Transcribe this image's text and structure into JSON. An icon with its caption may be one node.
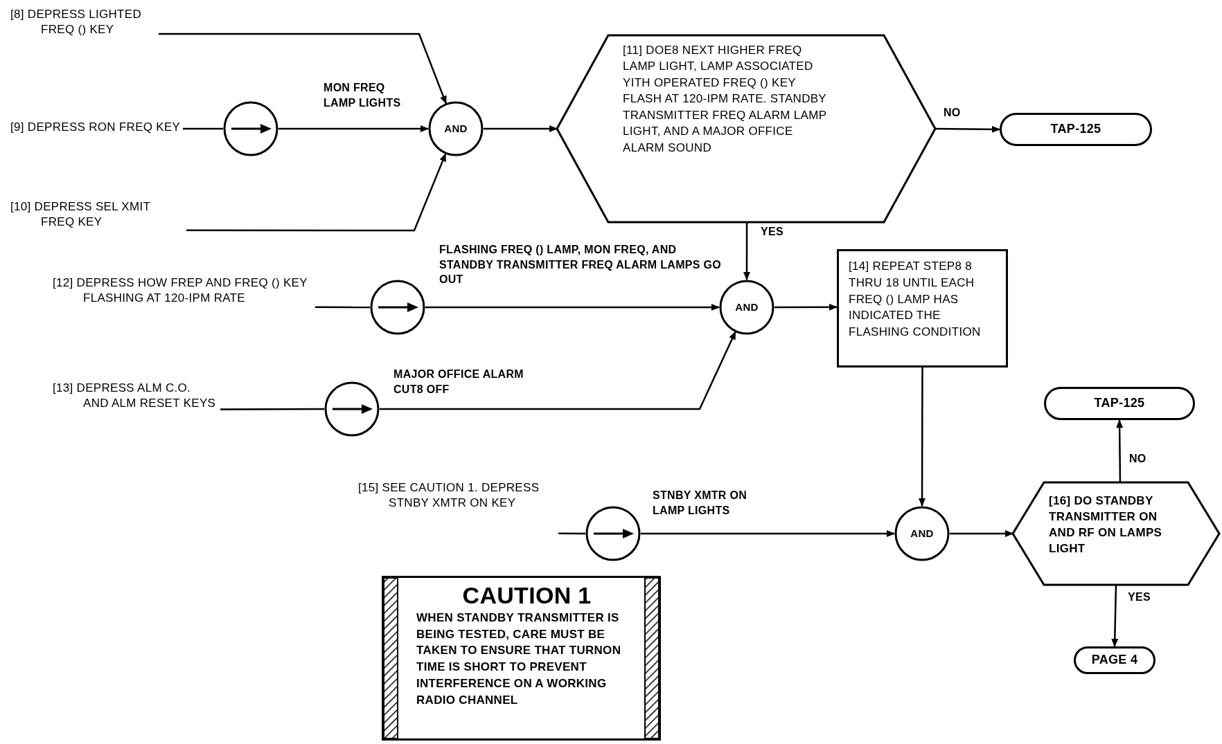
{
  "diagram": {
    "nodes": [
      {
        "text": [
          "[8] DEPRESS LIGHTED FREQ () KEY"
        ]
      },
      {
        "text": [
          "[9] DEPRESS RON FREQ KEY"
        ]
      },
      {
        "text": [],
        "shape": "circle"
      },
      {
        "text": [
          "AND"
        ]
      },
      {
        "text": [
          "[10] DEPRESS SEL XMIT FREQ KEY"
        ]
      },
      {
        "text": [
          "[11] DOE8 NEXT HIGHER FREQ LAMP LIGHT, LAMP ASSOCIATED YITH OPERATED FREQ () KEY FLASH AT 120-IPM RATE. STANDBY TRANSMITTER FREQ ALARM LAMP LIGHT, AND A MAJOR OFFICE ALARM SOUND"
        ]
      },
      {
        "text": [
          "TAP-125"
        ]
      },
      {
        "text": [
          "[12] DEPRESS HOW FREP AND FREQ () KEY FLASHING AT 120-IPM RATE"
        ]
      },
      {
        "text": [],
        "shape": "circle"
      },
      {
        "text": [
          "[13] DEPRESS ALM C.O. AND ALM RESET KEYS"
        ]
      },
      {
        "text": [],
        "shape": "circle"
      },
      {
        "text": [
          "AND"
        ]
      },
      {
        "text": [
          "[14] REPEAT STEP8 8 THRU 18 UNTIL EACH FREQ () LAMP HAS INDICATED THE FLASHING CONDITION"
        ]
      },
      {
        "text": [
          "[15] SEE CAUTION 1. DEPRESS STNBY XMTR ON KEY"
        ]
      },
      {
        "text": [],
        "shape": "circle"
      },
      {
        "text": [
          "AND"
        ]
      },
      {
        "text": [
          "[16] DO STANDBY TRANSMITTER ON AND RF ON LAMPS LIGHT"
        ]
      },
      {
        "text": [
          "TAP-125"
        ]
      },
      {
        "text": [
          "PAGE 4"
        ]
      },
      {
        "text": [
          "CAUTION 1",
          "WHEN STANDBY TRANSMITTER IS BEING TESTED, CARE MUST BE TAKEN TO ENSURE THAT TURNON TIME IS SHORT TO PREVENT INTERFERENCE ON A WORKING RADIO CHANNEL"
        ]
      }
    ],
    "edges": [
      {
        "from": 0,
        "to": 3,
        "arrow": "to"
      },
      {
        "from": 1,
        "to": 2,
        "arrow": "none"
      },
      {
        "from": 2,
        "to": 3,
        "arrow": "to",
        "label": "MON FREQ LAMP LIGHTS"
      },
      {
        "from": 4,
        "to": 3,
        "arrow": "to"
      },
      {
        "from": 3,
        "to": 5,
        "arrow": "to"
      },
      {
        "from": 5,
        "to": 6,
        "arrow": "to",
        "label": "NO"
      },
      {
        "from": 5,
        "to": 11,
        "arrow": "to",
        "label": "YES"
      },
      {
        "from": 7,
        "to": 8,
        "arrow": "none"
      },
      {
        "from": 8,
        "to": 11,
        "arrow": "to",
        "label": "FLASHING FREQ () LAMP, MON FREQ, AND STANDBY TRANSMITTER FREQ ALARM LAMPS GO OUT"
      },
      {
        "from": 9,
        "to": 10,
        "arrow": "none"
      },
      {
        "from": 10,
        "to": 11,
        "arrow": "to",
        "label": "MAJOR OFFICE ALARM CUT8 OFF"
      },
      {
        "from": 11,
        "to": 12,
        "arrow": "to"
      },
      {
        "from": 12,
        "to": 15,
        "arrow": "to"
      },
      {
        "from": 13,
        "to": 14,
        "arrow": "none"
      },
      {
        "from": 14,
        "to": 15,
        "arrow": "to",
        "label": "STNBY XMTR ON LAMP LIGHTS"
      },
      {
        "from": 15,
        "to": 16,
        "arrow": "to"
      },
      {
        "from": 16,
        "to": 17,
        "arrow": "to",
        "label": "NO"
      },
      {
        "from": 16,
        "to": 18,
        "arrow": "to",
        "label": "YES"
      }
    ]
  }
}
